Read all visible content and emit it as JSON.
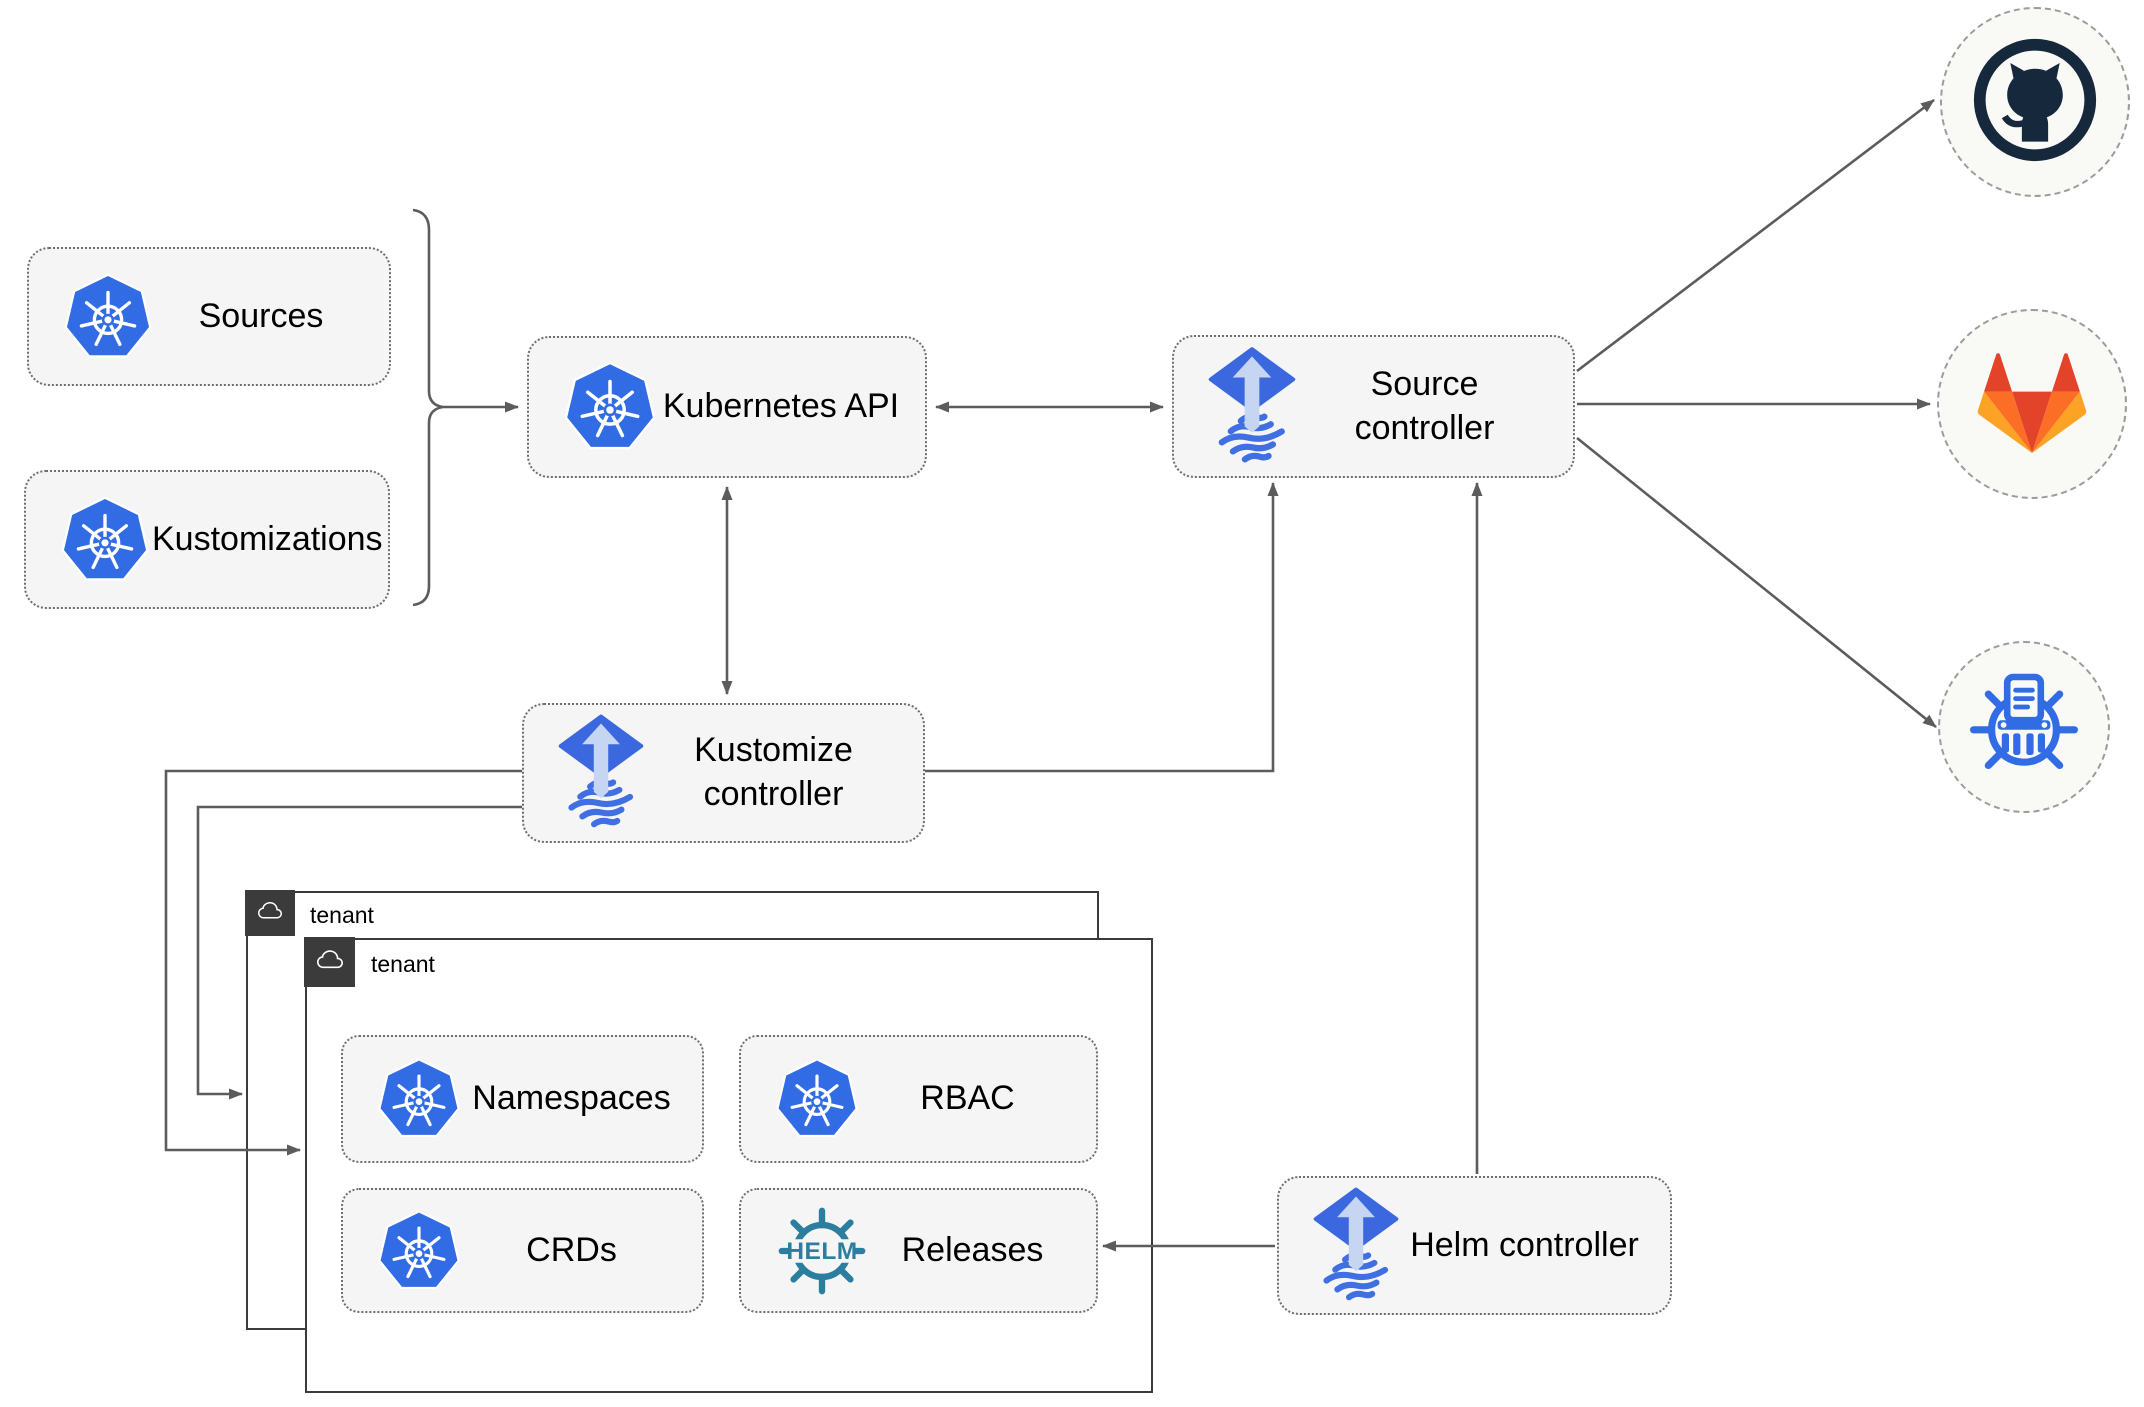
{
  "diagram": {
    "nodes": {
      "sources": {
        "label": "Sources",
        "icon": "kubernetes-icon"
      },
      "kustomizations": {
        "label": "Kustomizations",
        "icon": "kubernetes-icon"
      },
      "kubernetes_api": {
        "label": "Kubernetes API",
        "icon": "kubernetes-icon"
      },
      "source_controller": {
        "label": "Source controller",
        "icon": "flux-icon"
      },
      "kustomize_controller": {
        "label": "Kustomize controller",
        "icon": "flux-icon"
      },
      "helm_controller": {
        "label": "Helm controller",
        "icon": "flux-icon"
      },
      "namespaces": {
        "label": "Namespaces",
        "icon": "kubernetes-icon"
      },
      "rbac": {
        "label": "RBAC",
        "icon": "kubernetes-icon"
      },
      "crds": {
        "label": "CRDs",
        "icon": "kubernetes-icon"
      },
      "releases": {
        "label": "Releases",
        "icon": "helm-icon"
      }
    },
    "tenants": {
      "back": {
        "label": "tenant",
        "icon": "cloud-icon"
      },
      "front": {
        "label": "tenant",
        "icon": "cloud-icon"
      }
    },
    "external_targets": [
      {
        "name": "GitHub",
        "icon": "github-icon"
      },
      {
        "name": "GitLab",
        "icon": "gitlab-icon"
      },
      {
        "name": "ChartMuseum",
        "icon": "chartmuseum-icon"
      }
    ],
    "helm_logo_text": "HELM",
    "colors": {
      "kubernetes_blue": "#326ce5",
      "flux_blue": "#3b68de",
      "flux_light_arrow": "#c5d5f2",
      "helm_teal": "#2b7e9d",
      "github_dark": "#16293c",
      "gitlab_red": "#e24329",
      "gitlab_orange": "#fc6d26",
      "gitlab_amber": "#fca326",
      "chartmuseum_blue": "#316ce4",
      "connector_gray": "#5c5c5c",
      "node_fill": "#f5f5f5",
      "tenant_tab_dark": "#3b3b3b"
    }
  }
}
